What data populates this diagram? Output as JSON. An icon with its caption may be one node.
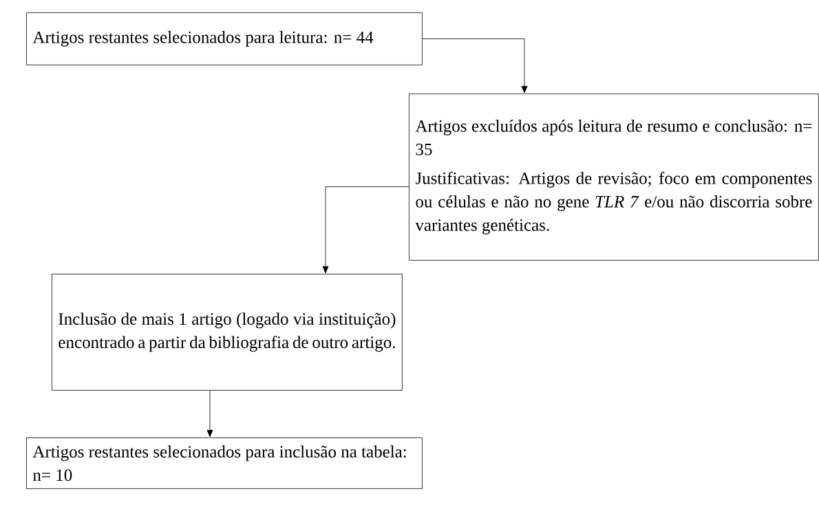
{
  "diagram": {
    "nodes": [
      {
        "text": [
          "Artigos restantes selecionados para leitura: n= 44"
        ]
      },
      {
        "text": [
          "Artigos excluídos após leitura de resumo e conclusão: n= 35",
          "Justificativas: Artigos de revisão; foco em componentes ou células e não no gene *TLR 7* e/ou não discorria sobre variantes genéticas."
        ]
      },
      {
        "text": [
          "Inclusão de mais 1 artigo (logado via instituição) encontrado a partir da bibliografia de outro artigo."
        ]
      },
      {
        "text": [
          "Artigos restantes selecionados para inclusão na tabela: n= 10"
        ]
      }
    ],
    "edges": [
      {
        "from": 0,
        "to": 1,
        "arrow": "to"
      },
      {
        "from": 1,
        "to": 2,
        "arrow": "to"
      },
      {
        "from": 2,
        "to": 3,
        "arrow": "to"
      }
    ]
  }
}
